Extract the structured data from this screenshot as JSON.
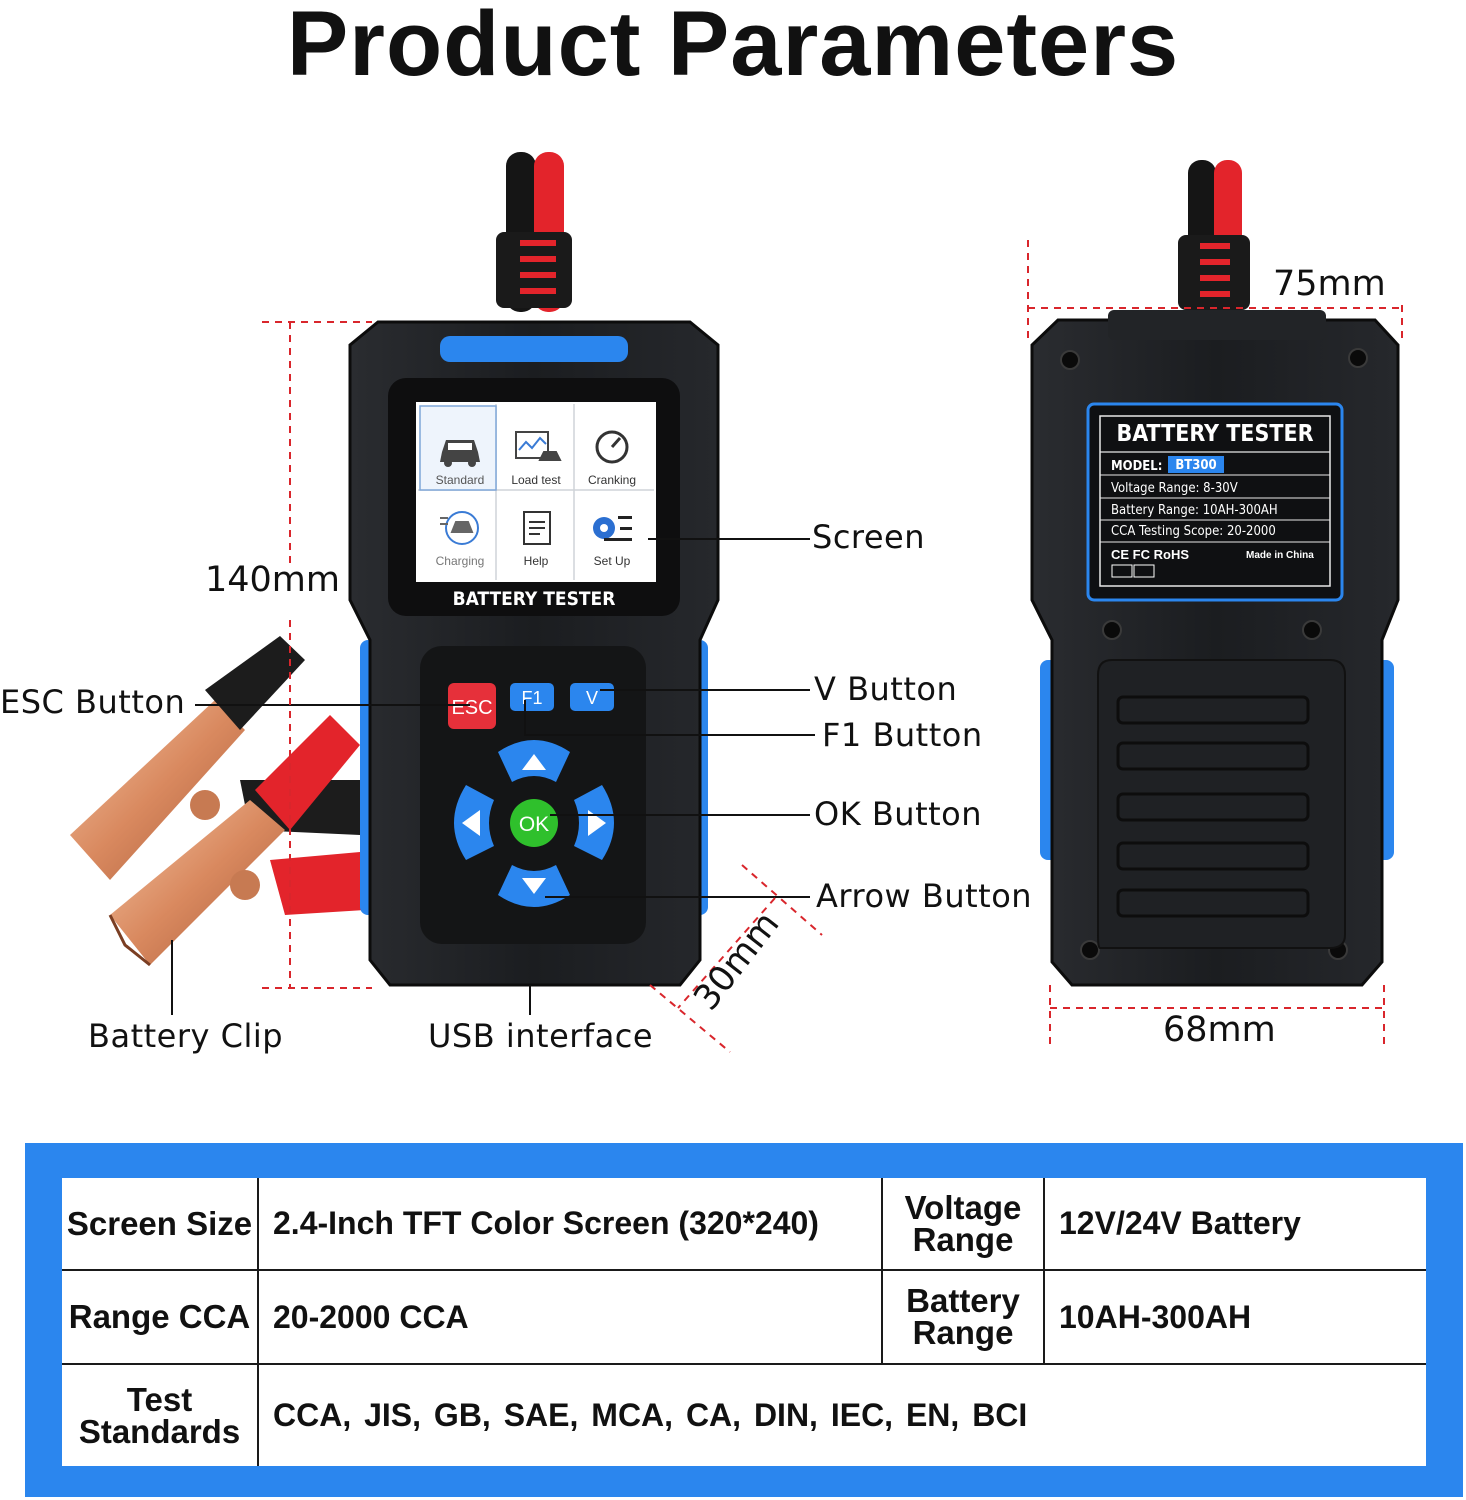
{
  "title": "Product Parameters",
  "device_front": {
    "screen_tiles": [
      {
        "label": "Standard",
        "icon": "car-icon"
      },
      {
        "label": "Load test",
        "icon": "chart-car-icon"
      },
      {
        "label": "Cranking",
        "icon": "gauge-icon"
      },
      {
        "label": "Charging",
        "icon": "charging-car-icon"
      },
      {
        "label": "Help",
        "icon": "document-icon"
      },
      {
        "label": "Set Up",
        "icon": "settings-list-icon"
      }
    ],
    "screen_brand": "BATTERY TESTER",
    "keys": {
      "esc": "ESC",
      "f1": "F1",
      "v": "V",
      "ok": "OK"
    }
  },
  "callouts": {
    "screen": "Screen",
    "v_button": "V Button",
    "f1_button": "F1 Button",
    "ok_button": "OK Button",
    "arrow_button": "Arrow Button",
    "esc_button": "ESC Button",
    "battery_clip": "Battery Clip",
    "usb_interface": "USB interface"
  },
  "dimensions": {
    "height": "140mm",
    "depth": "30mm",
    "top_width": "75mm",
    "bottom_width": "68mm"
  },
  "device_back_label": {
    "title": "BATTERY TESTER",
    "model_label": "MODEL:",
    "model": "BT300",
    "voltage": "Voltage Range: 8-30V",
    "battery": "Battery Range: 10AH-300AH",
    "cca": "CCA Testing Scope: 20-2000",
    "marks": "CE FC RoHS",
    "made_in": "Made in China"
  },
  "specs": {
    "row1": {
      "k1": "Screen Size",
      "v1": "2.4-Inch TFT Color Screen (320*240)",
      "k2": "Voltage Range",
      "v2": "12V/24V Battery"
    },
    "row2": {
      "k1": "Range CCA",
      "v1": "20-2000 CCA",
      "k2": "Battery Range",
      "v2": "10AH-300AH"
    },
    "row3": {
      "k1": "Test Standards",
      "v1": "CCA,  JIS,  GB,  SAE,  MCA,  CA,  DIN,  IEC,  EN,  BCI"
    }
  },
  "colors": {
    "accent_blue": "#2b86ee",
    "body_black": "#1d1f22",
    "clip_red": "#e3242b",
    "ok_green": "#2fc02c",
    "esc_red": "#e6303a",
    "dim_line_red": "#d9262c"
  }
}
